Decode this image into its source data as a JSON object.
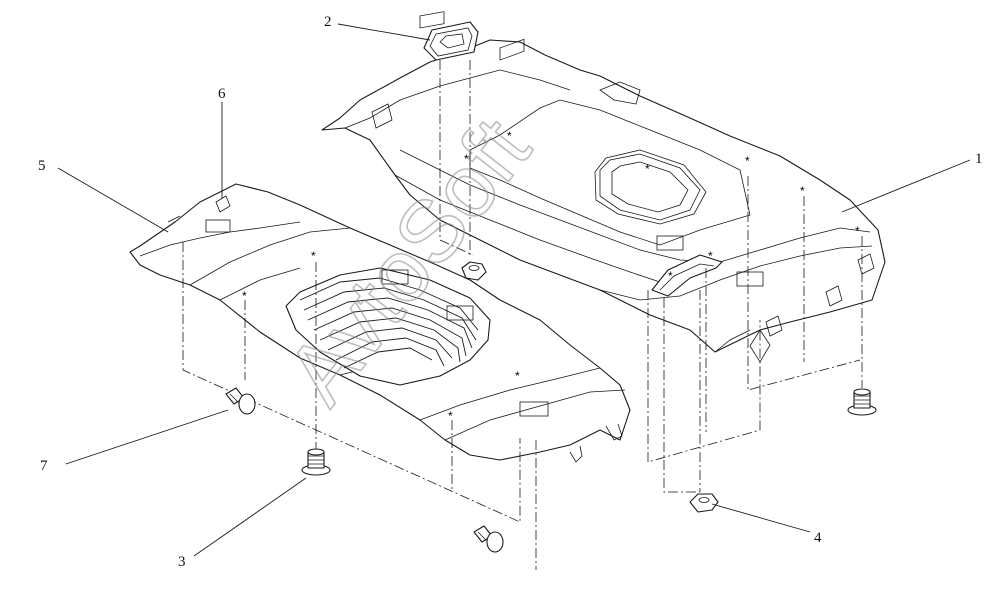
{
  "callouts": [
    {
      "id": "1",
      "label": "1"
    },
    {
      "id": "2",
      "label": "2"
    },
    {
      "id": "3",
      "label": "3"
    },
    {
      "id": "4",
      "label": "4"
    },
    {
      "id": "5",
      "label": "5"
    },
    {
      "id": "6",
      "label": "6"
    },
    {
      "id": "7",
      "label": "7"
    }
  ],
  "watermark": "AvtoSoft",
  "colors": {
    "line": "#1a1a1a",
    "background": "#ffffff"
  }
}
